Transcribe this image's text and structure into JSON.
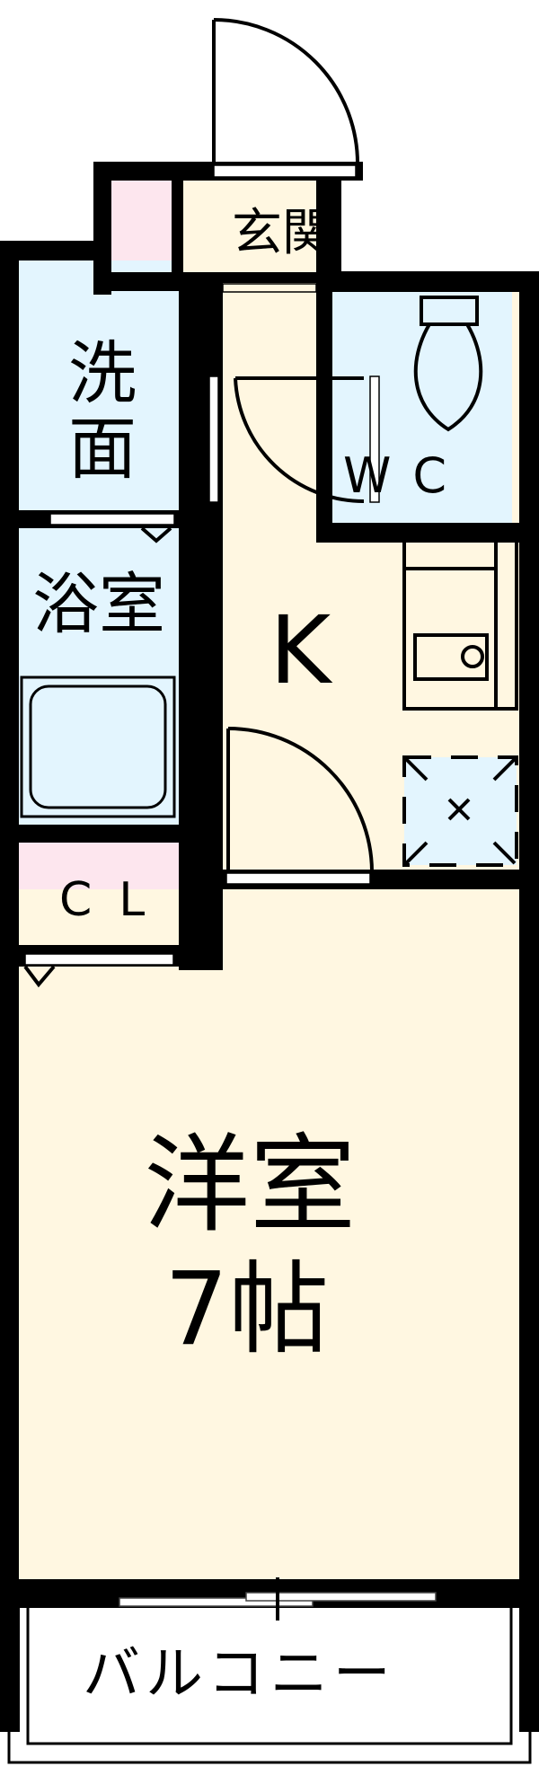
{
  "title": "Floor plan 1K",
  "colors": {
    "wall": "#000000",
    "living": "#fff7e1",
    "wet": "#e3f5fe",
    "storage": "#fde6ee",
    "outside": "#ffffff"
  },
  "rooms": {
    "entrance": {
      "label": "玄関"
    },
    "washroom": {
      "label_line1": "洗",
      "label_line2": "面"
    },
    "toilet": {
      "label": "WC"
    },
    "bathroom": {
      "label": "浴室"
    },
    "kitchen": {
      "label": "K"
    },
    "closet": {
      "label": "CL"
    },
    "western_room": {
      "label_line1": "洋室",
      "label_line2": "7帖"
    },
    "balcony": {
      "label": "バルコニー"
    }
  },
  "fixtures": {
    "toilet_fixture": "toilet-icon",
    "bathtub": "bathtub-icon",
    "kitchen_sink": "sink-icon",
    "washer_space": "washing-machine-space-icon"
  }
}
